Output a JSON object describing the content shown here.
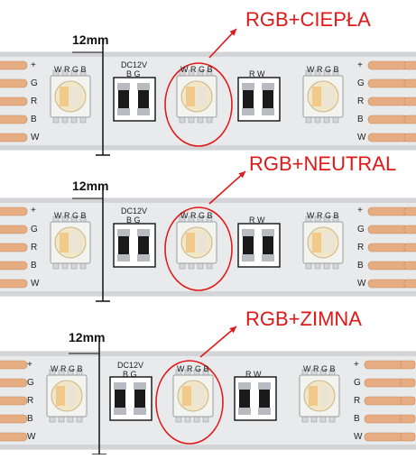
{
  "colors": {
    "label_red": "#e01818",
    "strip_white": "#e9eaec",
    "copper_pad": "#e6ad82",
    "annotation_line": "#111111"
  },
  "strips": [
    {
      "title": "RGB+CIEPŁA",
      "width_label": "12mm",
      "voltage_label": "DC12V",
      "led_pins": "W R G B",
      "resistor_pair_a": "B  G",
      "resistor_pair_b": "R  W",
      "pad_signs": [
        "+",
        "G",
        "R",
        "B",
        "W"
      ]
    },
    {
      "title": "RGB+NEUTRAL",
      "width_label": "12mm",
      "voltage_label": "DC12V",
      "led_pins": "W R G B",
      "resistor_pair_a": "B  G",
      "resistor_pair_b": "R  W",
      "pad_signs": [
        "+",
        "G",
        "R",
        "B",
        "W"
      ]
    },
    {
      "title": "RGB+ZIMNA",
      "width_label": "12mm",
      "voltage_label": "DC12V",
      "led_pins": "W R G B",
      "resistor_pair_a": "B  G",
      "resistor_pair_b": "R  W",
      "pad_signs": [
        "+",
        "G",
        "R",
        "B",
        "W"
      ]
    }
  ]
}
